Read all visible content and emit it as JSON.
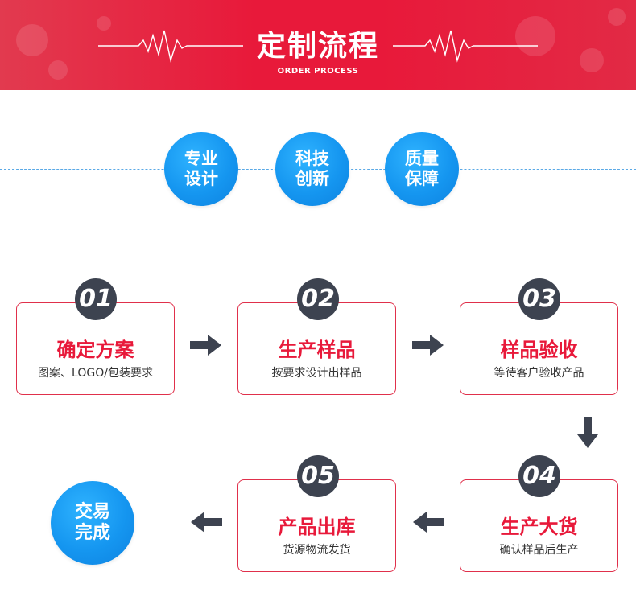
{
  "banner": {
    "title": "定制流程",
    "subtitle": "ORDER PROCESS"
  },
  "features": [
    {
      "line1": "专业",
      "line2": "设计"
    },
    {
      "line1": "科技",
      "line2": "创新"
    },
    {
      "line1": "质量",
      "line2": "保障"
    }
  ],
  "steps": [
    {
      "num": "01",
      "title": "确定方案",
      "desc": "图案、LOGO/包装要求"
    },
    {
      "num": "02",
      "title": "生产样品",
      "desc": "按要求设计出样品"
    },
    {
      "num": "03",
      "title": "样品验收",
      "desc": "等待客户验收产品"
    },
    {
      "num": "04",
      "title": "生产大货",
      "desc": "确认样品后生产"
    },
    {
      "num": "05",
      "title": "产品出库",
      "desc": "货源物流发货"
    }
  ],
  "done": {
    "line1": "交易",
    "line2": "完成"
  },
  "colors": {
    "accent_red": "#e8193a",
    "accent_blue": "#1596f0",
    "dark_gray": "#3d4350"
  },
  "icons": {
    "arrow": "arrow-icon",
    "pulse": "heartbeat-line-icon"
  }
}
